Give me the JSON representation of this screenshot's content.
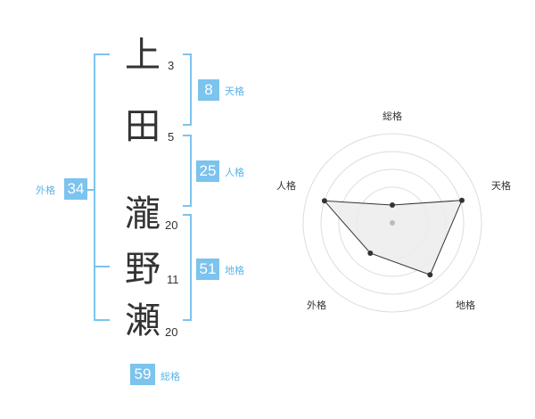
{
  "name_chars": [
    {
      "char": "上",
      "strokes": "3"
    },
    {
      "char": "田",
      "strokes": "5"
    },
    {
      "char": "瀧",
      "strokes": "20"
    },
    {
      "char": "野",
      "strokes": "11"
    },
    {
      "char": "瀬",
      "strokes": "20"
    }
  ],
  "fortunes": {
    "tenkaku": {
      "value": "8",
      "label": "天格"
    },
    "jinkaku": {
      "value": "25",
      "label": "人格"
    },
    "chikaku": {
      "value": "51",
      "label": "地格"
    },
    "gaikaku": {
      "value": "34",
      "label": "外格"
    },
    "soukaku": {
      "value": "59",
      "label": "総格"
    }
  },
  "radar": {
    "labels": {
      "top": "総格",
      "upper_right": "天格",
      "lower_right": "地格",
      "lower_left": "外格",
      "upper_left": "人格"
    },
    "values": {
      "soukaku": 0.2,
      "tenkaku": 0.82,
      "chikaku": 0.72,
      "gaikaku": 0.42,
      "jinkaku": 0.8
    },
    "colors": {
      "fill": "#ececec",
      "line": "#333333",
      "rings": "#dddddd",
      "center": "#bbbbbb"
    }
  },
  "colors": {
    "accent": "#7cc3ee",
    "label": "#5bb3e8"
  }
}
